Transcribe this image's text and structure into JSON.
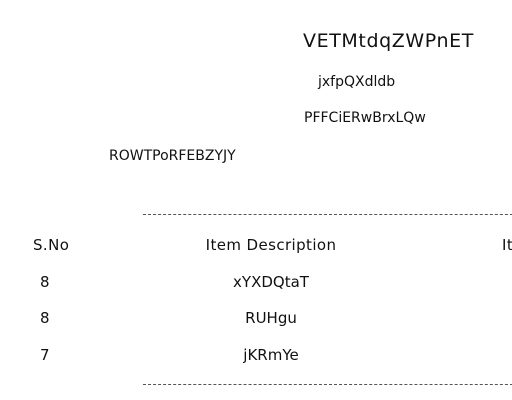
{
  "header": {
    "title": "VETMtdqZWPnET",
    "subtitle": "jxfpQXdldb",
    "code": "PFFCiERwBrxLQw",
    "reference": "ROWTPoRFEBZYJY"
  },
  "table": {
    "columns": [
      "S.No",
      "Item Description",
      "It"
    ],
    "rows": [
      {
        "sno": "8",
        "description": "xYXDQtaT"
      },
      {
        "sno": "8",
        "description": "RUHgu"
      },
      {
        "sno": "7",
        "description": "jKRmYe"
      }
    ]
  }
}
